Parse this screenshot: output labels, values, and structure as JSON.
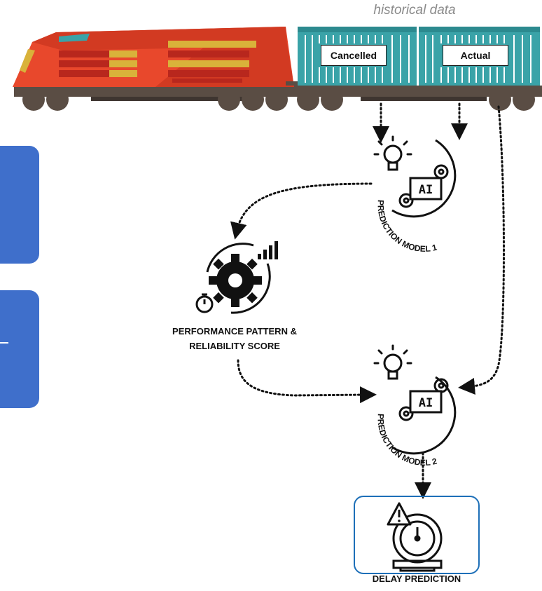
{
  "top_label": "historical data",
  "containers": [
    "Cancelled",
    "Actual"
  ],
  "models": [
    {
      "badge": "AI",
      "caption": "PREDICTION MODEL 1"
    },
    {
      "badge": "AI",
      "caption": "PREDICTION MODEL 2"
    }
  ],
  "performance_label": [
    "PERFORMANCE PATTERN &",
    "RELIABILITY SCORE"
  ],
  "delay_label": "DELAY PREDICTION",
  "colors": {
    "locomotive": "#e8482c",
    "locomotive_dark": "#b8271d",
    "stripe": "#d9b23a",
    "container": "#3aa3a8",
    "rail": "#5a4d44",
    "side_box": "#3f6fcb",
    "delay_border": "#1d6fb8"
  },
  "icons": [
    "lightbulb-icon",
    "gear-icon",
    "stopwatch-icon",
    "bar-chart-icon",
    "warning-icon",
    "clock-icon"
  ]
}
